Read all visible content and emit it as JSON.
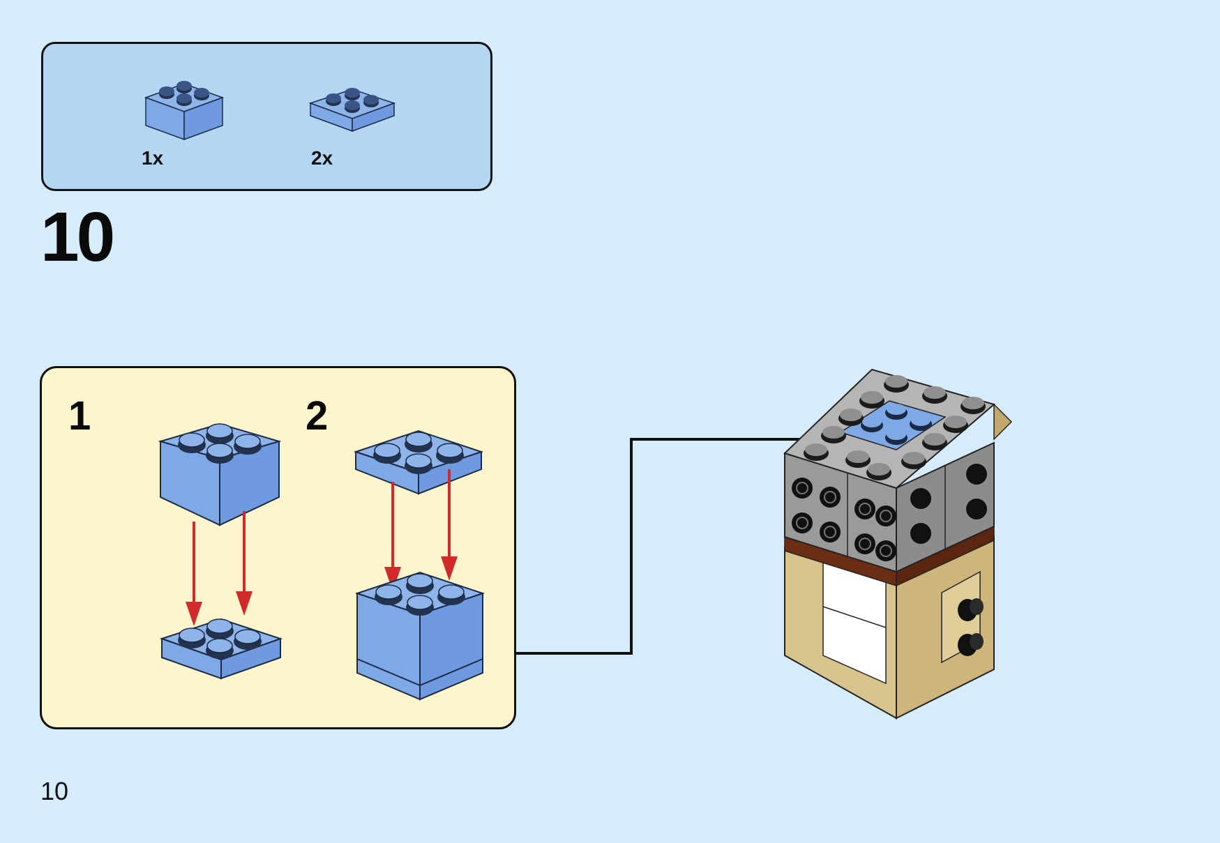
{
  "parts_list": {
    "items": [
      {
        "name": "brick-2x2-medium-blue",
        "qty": "1x"
      },
      {
        "name": "plate-2x2-medium-blue",
        "qty": "2x"
      }
    ]
  },
  "step": {
    "number": "10"
  },
  "sub_assembly": {
    "steps": [
      {
        "number": "1"
      },
      {
        "number": "2"
      }
    ]
  },
  "page": {
    "number": "10"
  },
  "colors": {
    "background": "#d6ecfa",
    "parts_box": "#b3d6f2",
    "sub_box": "#fff5cc",
    "medium_blue": "#7ea8e6",
    "medium_blue_dark": "#5f8bd0",
    "stud_dark": "#23324d",
    "gray": "#9a9a9a",
    "gray_light": "#b5b5b5",
    "tan": "#d8c38c",
    "reddish_brown": "#6b2e14",
    "arrow_red": "#d22a2a"
  },
  "icons": [
    "arrow-down-icon",
    "callout-arrow-icon"
  ]
}
